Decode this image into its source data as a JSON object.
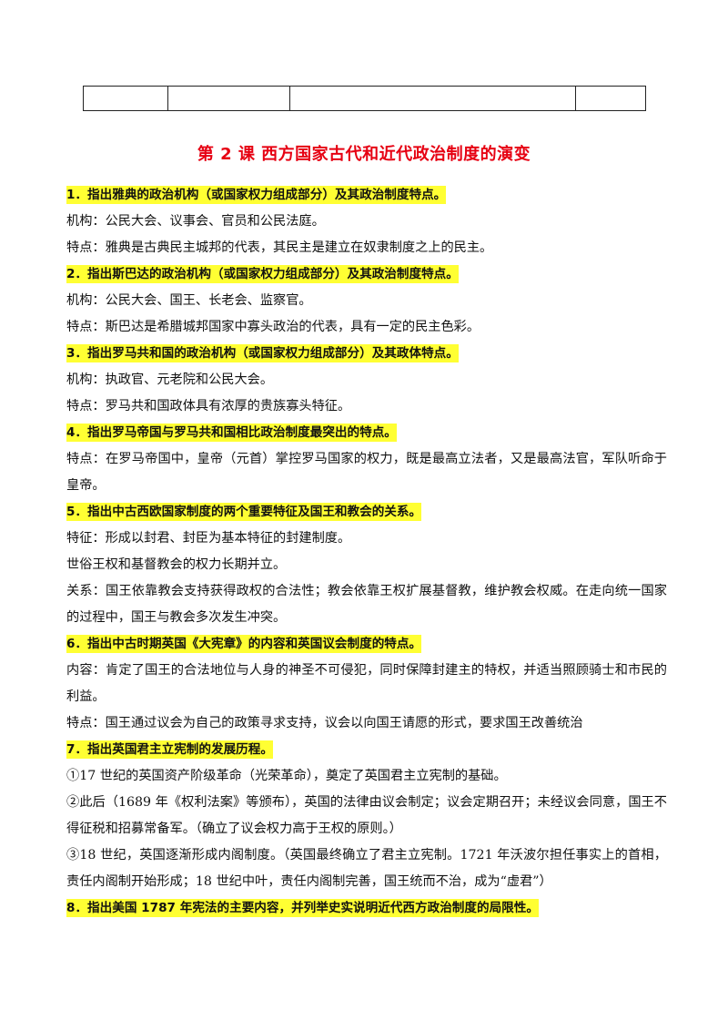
{
  "title": "第 2 课  西方国家古代和近代政治制度的演变",
  "sections": [
    {
      "question": "1．指出雅典的政治机构（或国家权力组成部分）及其政治制度特点。",
      "lines": [
        "机构：公民大会、议事会、官员和公民法庭。",
        "特点：雅典是古典民主城邦的代表，其民主是建立在奴隶制度之上的民主。"
      ]
    },
    {
      "question": "2．指出斯巴达的政治机构（或国家权力组成部分）及其政治制度特点。",
      "lines": [
        "机构：公民大会、国王、长老会、监察官。",
        "特点：斯巴达是希腊城邦国家中寡头政治的代表，具有一定的民主色彩。"
      ]
    },
    {
      "question": "3．指出罗马共和国的政治机构（或国家权力组成部分）及其政体特点。",
      "lines": [
        "机构：执政官、元老院和公民大会。",
        "特点：罗马共和国政体具有浓厚的贵族寡头特征。"
      ]
    },
    {
      "question": "4．指出罗马帝国与罗马共和国相比政治制度最突出的特点。",
      "lines": [
        "特点：在罗马帝国中，皇帝（元首）掌控罗马国家的权力，既是最高立法者，又是最高法官，军队听命于皇帝。"
      ]
    },
    {
      "question": "5．指出中古西欧国家制度的两个重要特征及国王和教会的关系。",
      "lines": [
        "特征：形成以封君、封臣为基本特征的封建制度。",
        "世俗王权和基督教会的权力长期并立。",
        "关系：国王依靠教会支持获得政权的合法性；教会依靠王权扩展基督教，维护教会权威。在走向统一国家的过程中，国王与教会多次发生冲突。"
      ]
    },
    {
      "question": "6．指出中古时期英国《大宪章》的内容和英国议会制度的特点。",
      "lines": [
        "内容：肯定了国王的合法地位与人身的神圣不可侵犯，同时保障封建主的特权，并适当照顾骑士和市民的利益。",
        "特点：国王通过议会为自己的政策寻求支持，议会以向国王请愿的形式，要求国王改善统治"
      ]
    },
    {
      "question": "7．指出英国君主立宪制的发展历程。",
      "lines": [
        "①17 世纪的英国资产阶级革命（光荣革命），奠定了英国君主立宪制的基础。",
        "②此后（1689 年《权利法案》等颁布），英国的法律由议会制定；议会定期召开；未经议会同意，国王不得征税和招募常备军。（确立了议会权力高于王权的原则。）",
        "③18 世纪，英国逐渐形成内阁制度。（英国最终确立了君主立宪制。1721 年沃波尔担任事实上的首相，责任内阁制开始形成；18 世纪中叶，责任内阁制完善，国王统而不治，成为“虚君”）"
      ]
    },
    {
      "question": "8．指出美国 1787 年宪法的主要内容，并列举史实说明近代西方政治制度的局限性。",
      "lines": []
    }
  ]
}
